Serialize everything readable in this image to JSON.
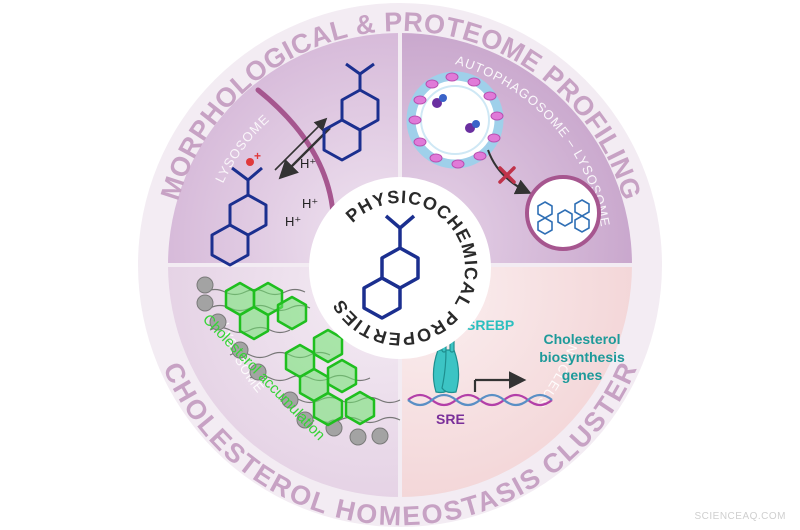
{
  "ring": {
    "top_title": "MORPHOLOGICAL & PROTEOME PROFILING",
    "bottom_title": "CHOLESTEROL HOMEOSTASIS CLUSTER"
  },
  "center": {
    "title": "PHYSICOCHEMICAL PROPERTIES"
  },
  "quadrants": {
    "top_left": {
      "label": "LYSOSOME",
      "proton_1": "H⁺",
      "proton_2": "H⁺",
      "proton_3": "H⁺",
      "charge": "+"
    },
    "top_right": {
      "label": "AUTOPHAGOSOME – LYSOSOME"
    },
    "bottom_left": {
      "label": "LYSOSOME",
      "caption": "Cholesterol accumulation"
    },
    "bottom_right": {
      "label": "NUCLEUS",
      "protein": "SREBP",
      "element": "SRE",
      "genes_line1": "Cholesterol",
      "genes_line2": "biosynthesis",
      "genes_line3": "genes"
    }
  },
  "watermark": "SCIENCEAQ.COM",
  "colors": {
    "ring_text": "#c9a5c6",
    "quad_top_left": "#d9bfdc",
    "quad_top_right": "#ccaed1",
    "quad_bottom_left": "#ead9ea",
    "quad_bottom_right": "#f6dfe0",
    "molecule_blue": "#1b2f8f",
    "cholesterol_green": "#35d435",
    "srebp_teal": "#2bbfbf",
    "sre_purple": "#7a2f9a",
    "charge_red": "#e0393c"
  }
}
